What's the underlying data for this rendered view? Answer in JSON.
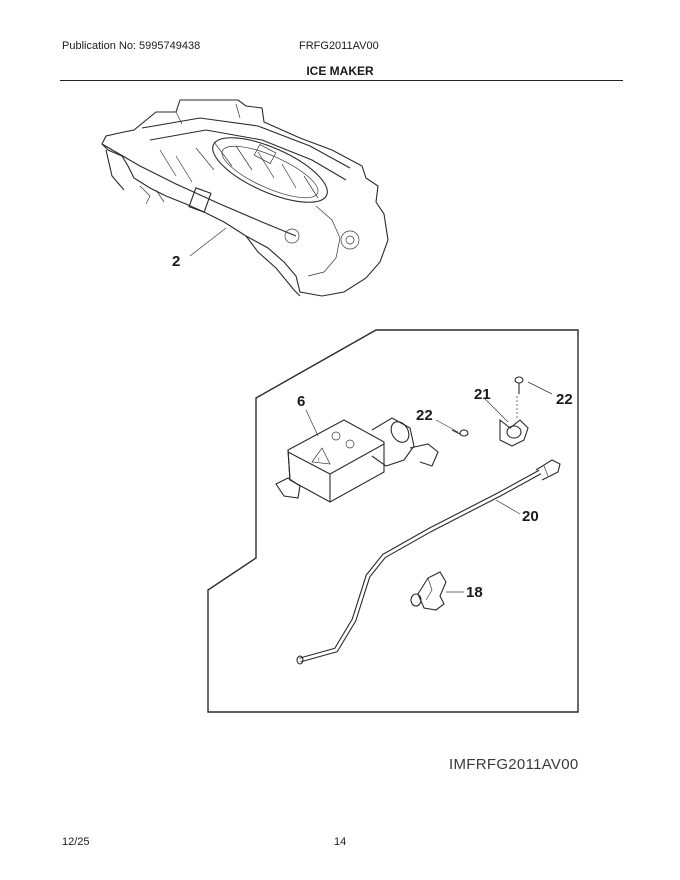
{
  "header": {
    "publication": "Publication No: 5995749438",
    "model": "FRFG2011AV00",
    "title": "ICE MAKER"
  },
  "callouts": {
    "icemaker": "2",
    "valve": "6",
    "screw_a": "22",
    "clamp": "21",
    "screw_b": "22",
    "tube": "20",
    "clip": "18"
  },
  "diagram_code": "IMFRFG2011AV00",
  "footer": {
    "date": "12/25",
    "page": "14"
  }
}
